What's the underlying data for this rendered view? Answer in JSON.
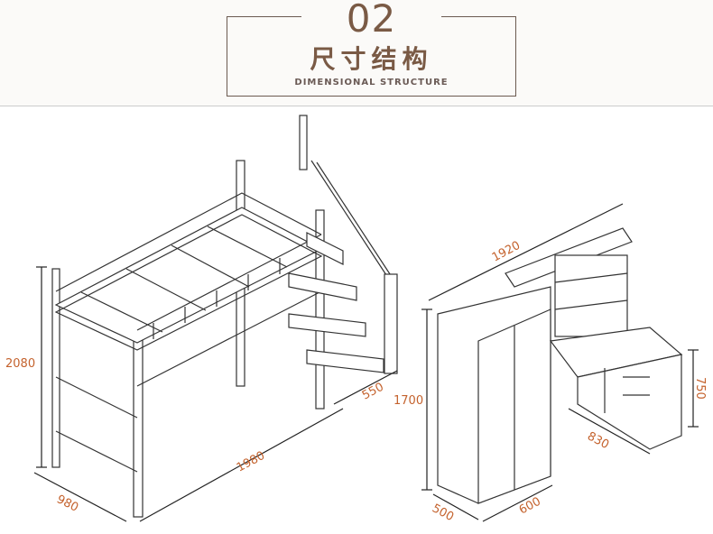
{
  "header": {
    "number": "02",
    "title_cn": "尺寸结构",
    "title_en": "DIMENSIONAL STRUCTURE"
  },
  "bed": {
    "height": "2080",
    "width": "980",
    "length": "1980",
    "stair_depth": "550",
    "total_height": "1700"
  },
  "desk": {
    "length": "1920",
    "cabinet_depth": "500",
    "cabinet_width": "600",
    "desk_depth": "830",
    "desk_height": "750"
  },
  "colors": {
    "accent": "#7a5a45",
    "dimension": "#c4622d"
  }
}
